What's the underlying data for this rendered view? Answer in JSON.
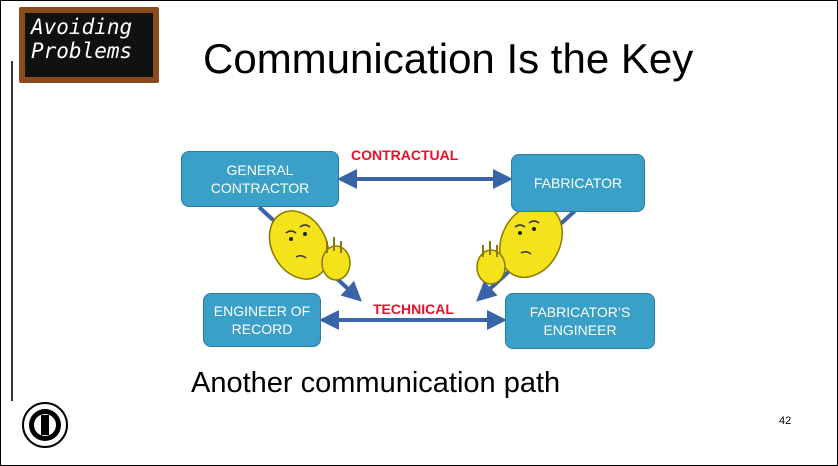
{
  "badge": {
    "line1": "Avoiding",
    "line2": "Problems"
  },
  "title": "Communication Is the Key",
  "nodes": {
    "general_contractor": "GENERAL CONTRACTOR",
    "fabricator": "FABRICATOR",
    "engineer_of_record": "ENGINEER OF RECORD",
    "fabricators_engineer": "FABRICATOR’S ENGINEER"
  },
  "edge_labels": {
    "contractual": "CONTRACTUAL",
    "technical": "TECHNICAL"
  },
  "subtitle": "Another communication path",
  "page_number": "42",
  "colors": {
    "node_fill": "#3aa0c8",
    "arrow": "#3a64a8",
    "label": "#e8102a",
    "badge_frame": "#8a4a1c"
  }
}
